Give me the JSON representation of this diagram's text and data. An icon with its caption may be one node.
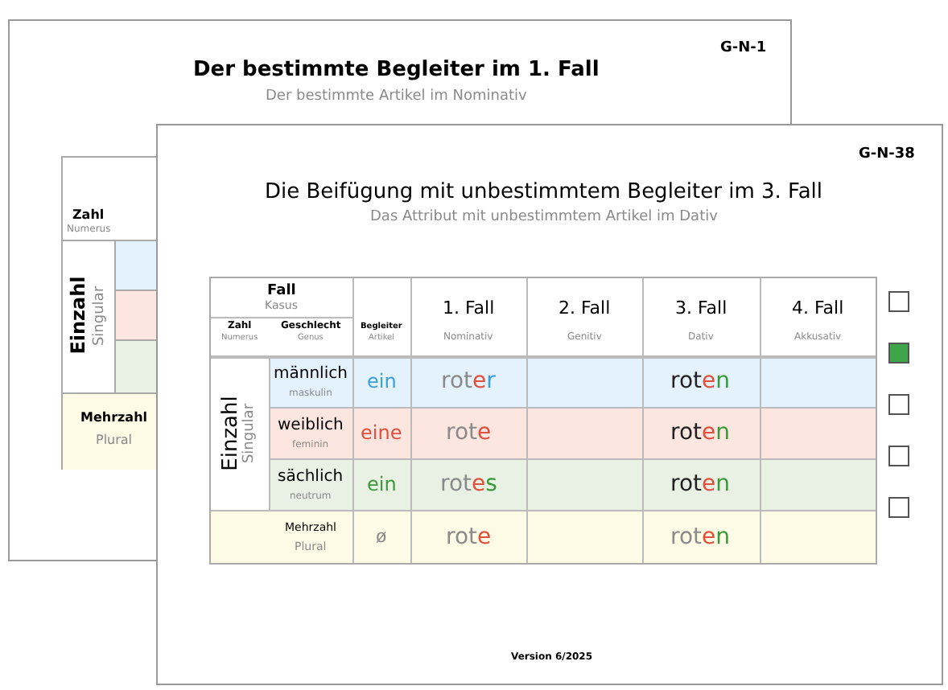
{
  "diagram": {
    "labels": [
      "G-N-1",
      "Der bestimmte Begleiter im 1. Fall",
      "Der bestimmte Artikel im Nominativ",
      "Zahl",
      "Numerus",
      "Einzahl",
      "Singular",
      "Mehrzahl",
      "Plural",
      "G-N-38",
      "Die Beifügung mit unbestimmtem Begleiter im 3. Fall",
      "Das Attribut mit unbestimmtem Artikel im Dativ",
      "Fall",
      "Kasus",
      "1. Fall",
      "2. Fall",
      "3. Fall",
      "4. Fall",
      "Zahl",
      "Geschlecht",
      "Begleiter",
      "Numerus",
      "Genus",
      "Artikel",
      "Nominativ",
      "Genitiv",
      "Dativ",
      "Akkusativ",
      "Einzahl",
      "Singular",
      "männlich",
      "maskulin",
      "ein",
      "roter",
      "roten",
      "weiblich",
      "feminin",
      "eine",
      "rote",
      "roten",
      "sächlich",
      "neutrum",
      "ein",
      "rotes",
      "roten",
      "Mehrzahl",
      "Plural",
      "ø",
      "rote",
      "roten",
      "Version 6/2025"
    ]
  }
}
